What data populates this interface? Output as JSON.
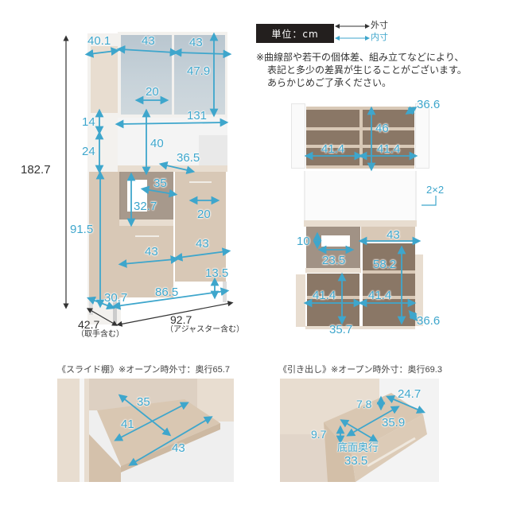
{
  "legend": {
    "unit_label": "単位：cm",
    "outer_label": "外寸",
    "inner_label": "内寸",
    "outer_color": "#333333",
    "inner_color": "#3ea6cc"
  },
  "note": {
    "lines": [
      "※曲線部や若干の個体差、組み立てなどにより、",
      "表記と多少の差異が生じることがございます。",
      "あらかじめご了承ください。"
    ]
  },
  "main_view": {
    "outer": {
      "height": "182.7",
      "depth": "42.7",
      "depth_note": "（取手含む）",
      "width": "92.7",
      "width_note": "（アジャスター含む）"
    },
    "inner": {
      "top_side_depth": "40.1",
      "top_door_left_width": "43",
      "top_door_right_width": "43",
      "top_cabinet_height": "47.9",
      "top_handle_width": "20",
      "gap_upper": "14",
      "gap_height_left": "24",
      "open_space_width": "131",
      "open_space_height": "40",
      "counter_depth": "36.5",
      "slide_shelf_width": "35",
      "slide_shelf_height": "32.7",
      "drawer_handle_width": "20",
      "lower_height": "91.5",
      "lower_left_door_width": "43",
      "lower_right_door_width": "43",
      "leg_height": "13.5",
      "bottom_depth": "30.7",
      "bottom_width": "86.5"
    }
  },
  "interior_view": {
    "upper_depth": "36.6",
    "upper_height": "46",
    "upper_left_width": "41.4",
    "upper_right_width": "41.4",
    "outlet_label": "2×2",
    "slot_height": "10",
    "slot_width": "23.5",
    "drawer_width": "43",
    "right_lower_height": "58.2",
    "lower_left_width": "41.4",
    "lower_right_width": "41.4",
    "lower_left_height": "35.7",
    "lower_depth": "36.6"
  },
  "slide_shelf_detail": {
    "caption": "《スライド棚》※オープン時外寸：奥行65.7",
    "depth": "35",
    "width_inner": "41",
    "width_outer": "43"
  },
  "drawer_detail": {
    "caption": "《引き出し》※オープン時外寸：奥行69.3",
    "width": "24.7",
    "height_inner": "7.8",
    "depth": "35.9",
    "height_outer": "9.7",
    "bottom_label": "底面奥行",
    "bottom_depth": "33.5"
  }
}
